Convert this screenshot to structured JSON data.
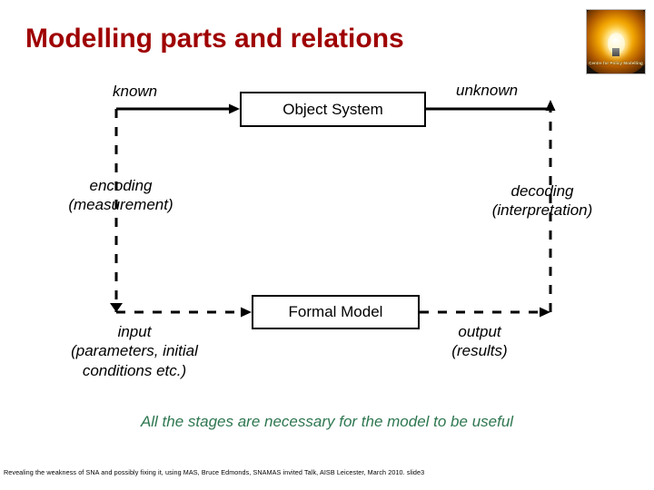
{
  "slide": {
    "title": "Modelling parts and relations",
    "background_color": "#ffffff",
    "title_color": "#9f0000",
    "caption_color": "#2e7750"
  },
  "logo": {
    "name": "centre-for-policy-modelling-logo",
    "caption": "Centre for Policy Modelling"
  },
  "diagram": {
    "boxes": [
      {
        "id": "object-system",
        "label": "Object System"
      },
      {
        "id": "formal-model",
        "label": "Formal Model"
      }
    ],
    "labels": {
      "known": "known",
      "unknown": "unknown",
      "encoding_line1": "encoding",
      "encoding_line2": "(measurement)",
      "decoding_line1": "decoding",
      "decoding_line2": "(interpretation)",
      "input_line1": "input",
      "input_line2": "(parameters, initial",
      "input_line3": "conditions etc.)",
      "output_line1": "output",
      "output_line2": "(results)"
    },
    "edges": [
      {
        "id": "known-to-object-system",
        "style": "solid",
        "arrow": "right"
      },
      {
        "id": "object-system-to-unknown",
        "style": "solid",
        "arrow": "up-corner"
      },
      {
        "id": "encoding-down",
        "style": "dashed",
        "arrow": "down-corner"
      },
      {
        "id": "input-to-formal-model",
        "style": "dashed",
        "arrow": "right"
      },
      {
        "id": "formal-model-to-output",
        "style": "dashed",
        "arrow": "right-corner"
      },
      {
        "id": "decoding-up",
        "style": "dashed",
        "arrow": "up"
      }
    ]
  },
  "caption": "All the stages are necessary for the model to be useful",
  "footer": "Revealing the weakness of SNA and possibly fixing it, using MAS, Bruce Edmonds, SNAMAS invited Talk, AISB Leicester, March 2010. slide3"
}
